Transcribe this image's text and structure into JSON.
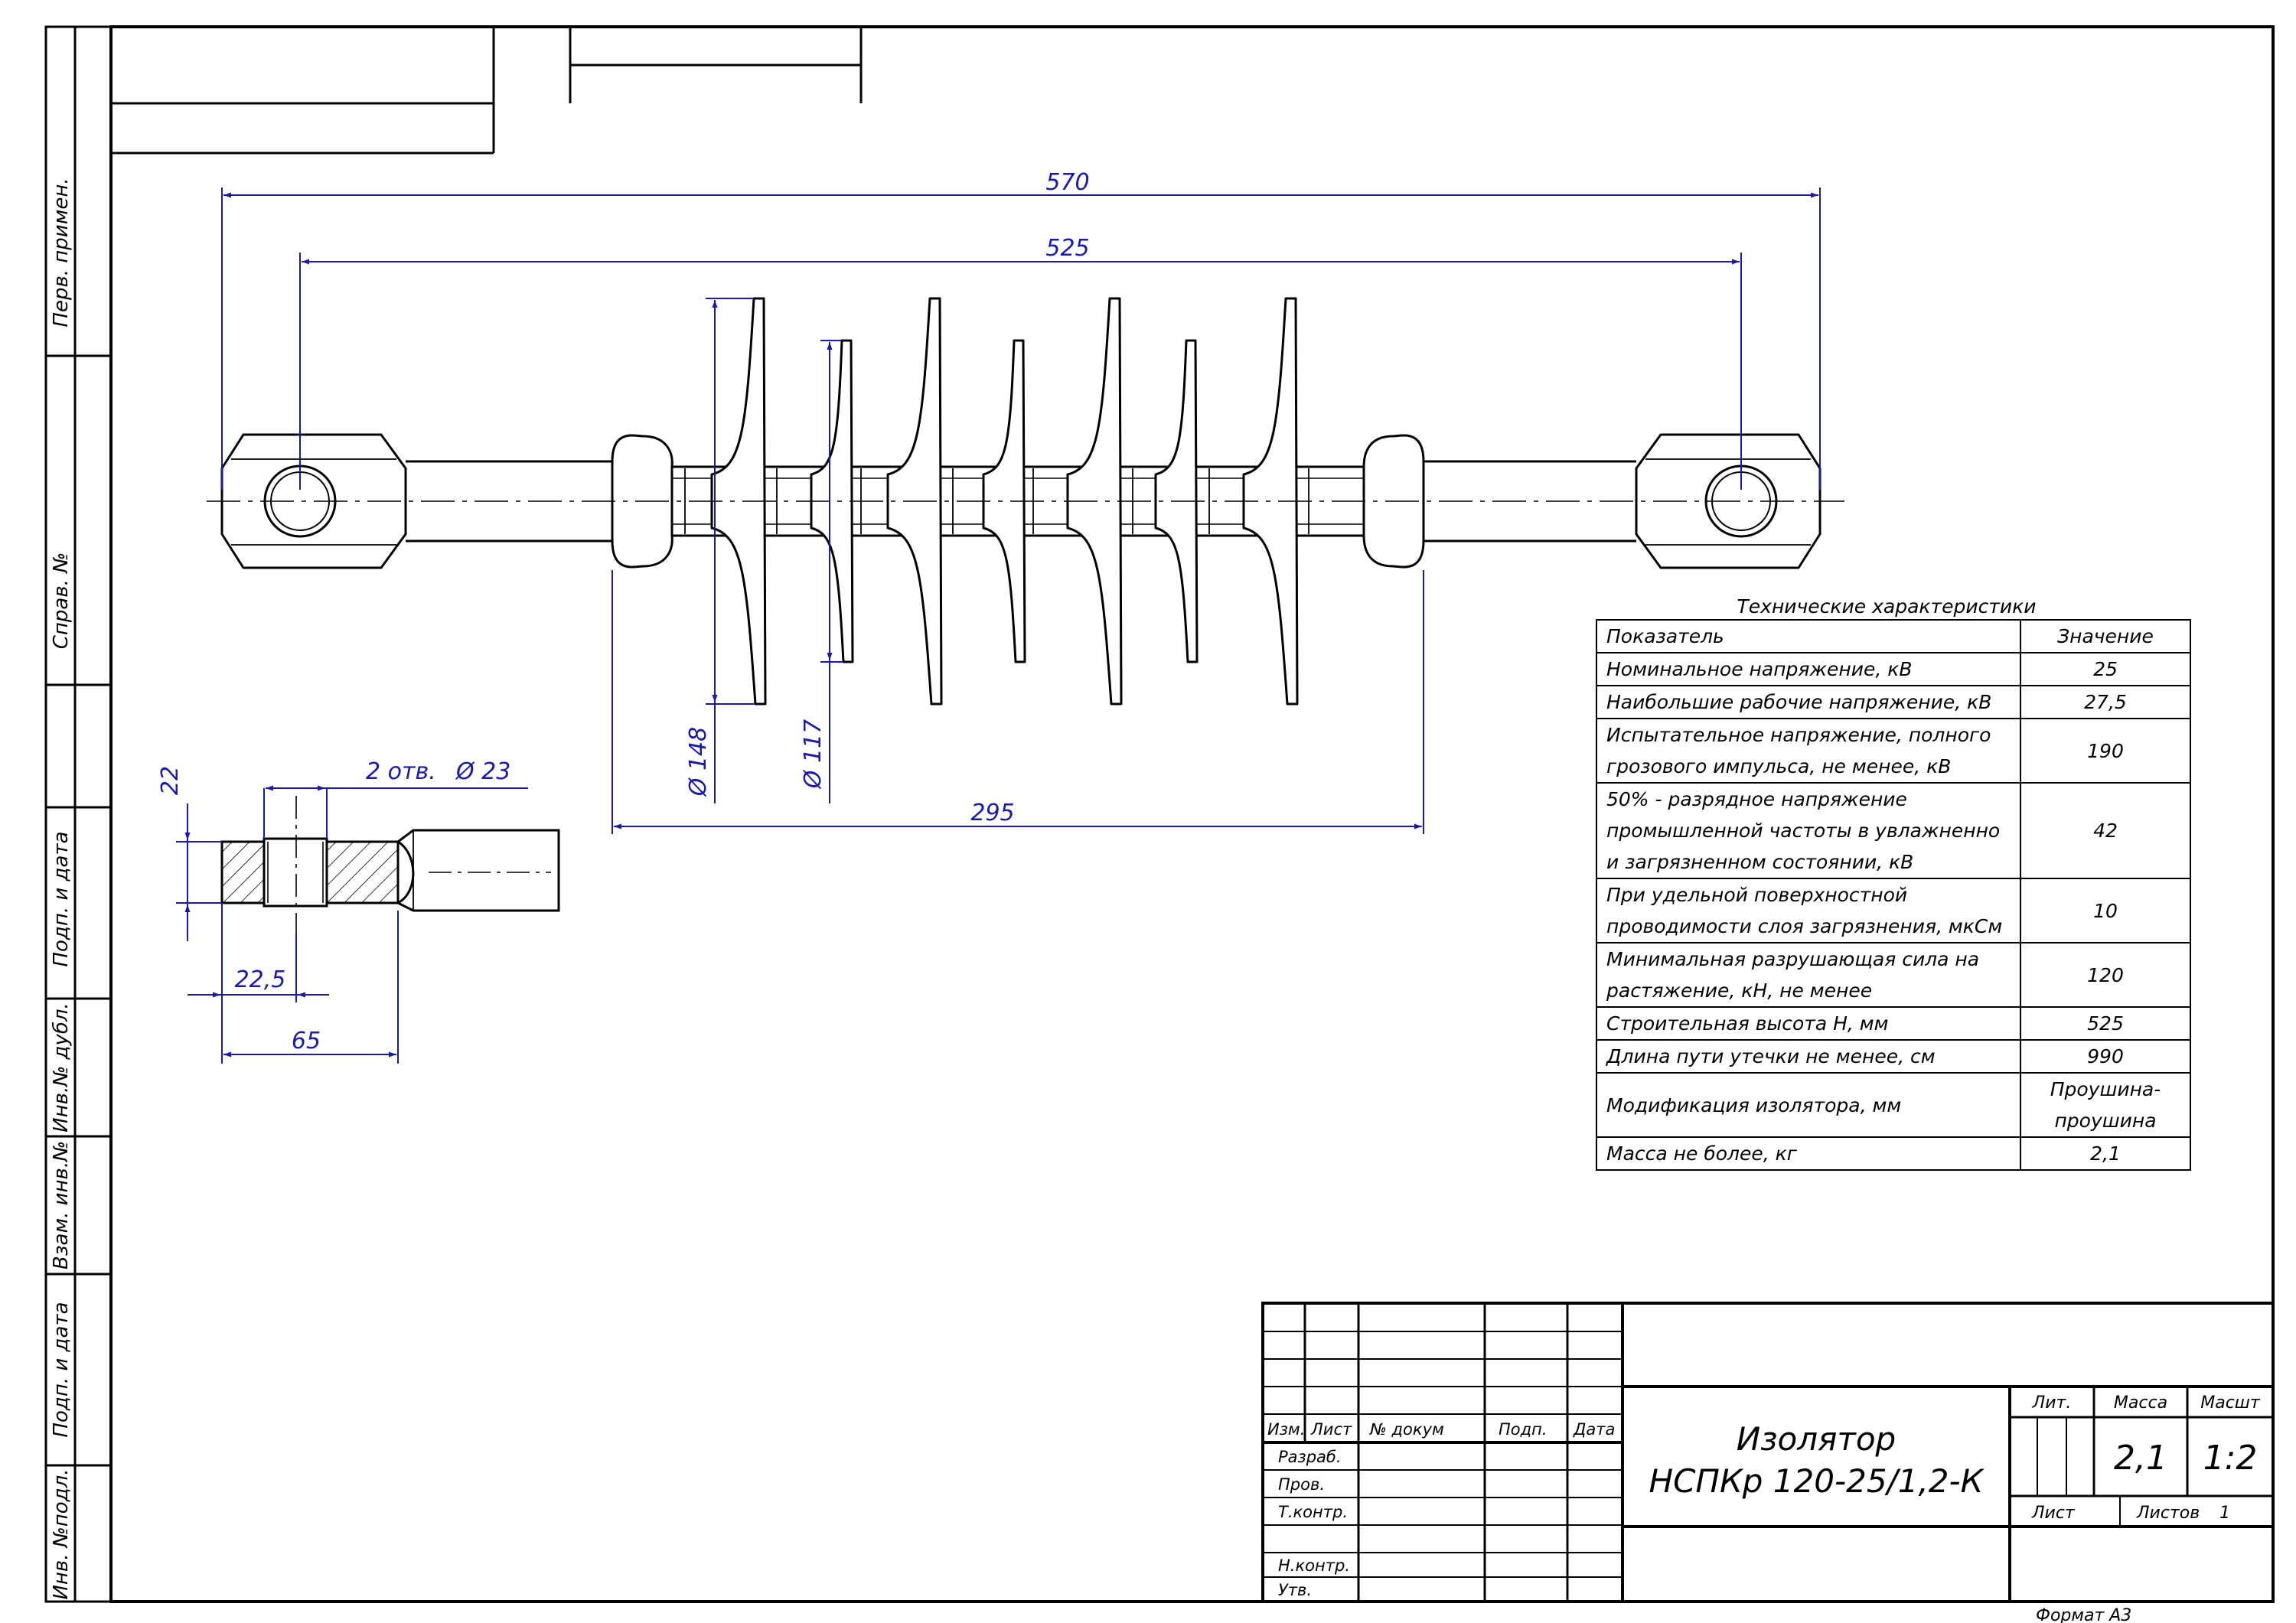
{
  "sidebar": {
    "perv_primen": "Перв. примен.",
    "sprav_no": "Справ. №",
    "podp_data_1": "Подп. и дата",
    "inv_dubl": "Инв.№ дубл.",
    "vzam_inv": "Взам. инв.№",
    "podp_data_2": "Подп. и дата",
    "inv_podl": "Инв. №подл."
  },
  "dimensions": {
    "overall_length": "570",
    "eye_center_distance": "525",
    "big_shed_diameter": "Ø 148",
    "small_shed_diameter": "Ø 117",
    "shed_section_length": "295",
    "holes_note": "2 отв.",
    "holes_diameter": "Ø 23",
    "end_thickness": "22",
    "hole_offset": "22,5",
    "end_length": "65"
  },
  "tech_table": {
    "caption": "Технические характеристики",
    "header": {
      "param": "Показатель",
      "value": "Значение"
    },
    "rows": [
      {
        "param": "Номинальное напряжение, кВ",
        "value": "25"
      },
      {
        "param": "Наибольшие рабочие напряжение, кВ",
        "value": "27,5"
      },
      {
        "param": "Испытательное напряжение, полного грозового импульса, не менее, кВ",
        "value": "190"
      },
      {
        "param": "50% - разрядное напряжение промышленной частоты в увлажненно и загрязненном состоянии, кВ",
        "value": "42"
      },
      {
        "param": "При удельной поверхностной проводимости слоя загрязнения, мкСм",
        "value": "10"
      },
      {
        "param": "Минимальная разрушающая сила на растяжение, кН, не менее",
        "value": "120"
      },
      {
        "param": "Строительная высота Н, мм",
        "value": "525"
      },
      {
        "param": "Длина пути утечки не менее, см",
        "value": "990"
      },
      {
        "param": "Модификация изолятора, мм",
        "value": "Проушина-проушина"
      },
      {
        "param": "Масса не более, кг",
        "value": "2,1"
      }
    ]
  },
  "title_block": {
    "col_izm": "Изм.",
    "col_list": "Лист",
    "col_docum": "№ докум",
    "col_podp": "Подп.",
    "col_data": "Дата",
    "row_razrab": "Разраб.",
    "row_prov": "Пров.",
    "row_tkontr": "Т.контр.",
    "row_nkontr": "Н.контр.",
    "row_utv": "Утв.",
    "title_line1": "Изолятор",
    "title_line2": "НСПКр 120-25/1,2-К",
    "lit_label": "Лит.",
    "mass_label": "Масса",
    "scale_label": "Масшт",
    "mass_value": "2,1",
    "scale_value": "1:2",
    "sheet_label": "Лист",
    "sheets_label": "Листов",
    "sheets_value": "1",
    "format": "Формат А3"
  },
  "colors": {
    "line": "#000000",
    "dimension": "#1a1aa8"
  }
}
